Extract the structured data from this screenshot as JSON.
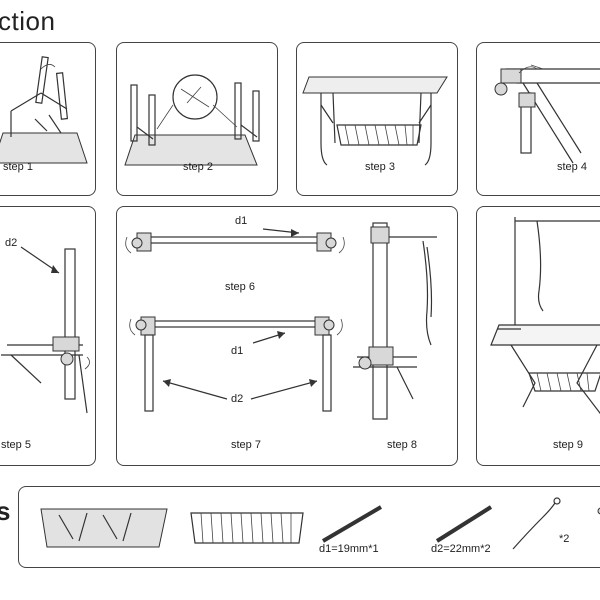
{
  "header": {
    "title": "ction"
  },
  "steps": {
    "s1": "step 1",
    "s2": "step 2",
    "s3": "step 3",
    "s4": "step 4",
    "s5": "step 5",
    "s6": "step 6",
    "s7": "step 7",
    "s8": "step 8",
    "s9": "step 9"
  },
  "labels": {
    "d1": "d1",
    "d2": "d2"
  },
  "parts": {
    "section_mark": "s",
    "bar_d1": "d1=19mm*1",
    "bar_d2": "d2=22mm*2",
    "noose_qty": "*2"
  }
}
